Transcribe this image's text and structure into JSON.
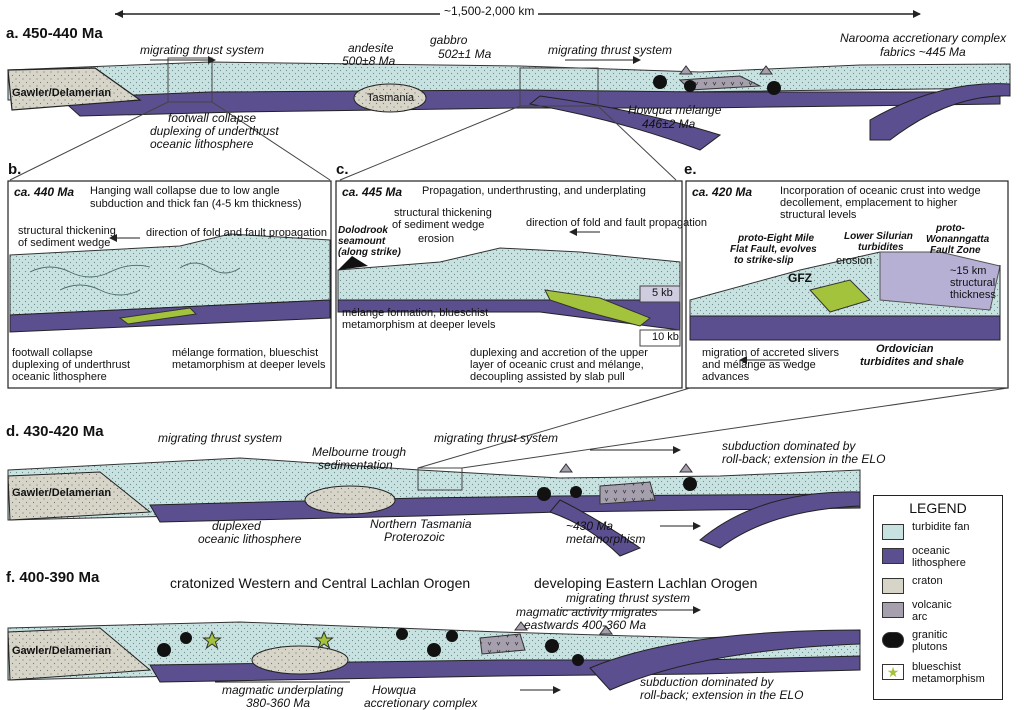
{
  "scale_label": "~1,500-2,000 km",
  "panels": {
    "a": {
      "label": "a. 450-440 Ma",
      "labels": {
        "left_block": "Gawler/Delamerian",
        "thrust": "migrating thrust system",
        "thrust2": "migrating thrust system",
        "andesite_1": "andesite",
        "andesite_2": "500±8 Ma",
        "gabbro_1": "gabbro",
        "gabbro_2": "502±1 Ma",
        "tasmania": "Tasmania",
        "narooma_1": "Narooma accretionary complex",
        "narooma_2": "fabrics ~445 Ma",
        "howqua_1": "Howqua mélange",
        "howqua_2": "446±2 Ma",
        "footwall_1": "footwall collapse",
        "footwall_2": "duplexing of underthrust",
        "footwall_3": "oceanic lithosphere"
      }
    },
    "b": {
      "label": "b.",
      "age": "ca. 440 Ma",
      "heading_1": "Hanging wall collapse due to low angle",
      "heading_2": "subduction and thick fan (4-5 km thickness)",
      "thick_1": "structural thickening",
      "thick_2": "of sediment wedge",
      "direction": "direction of fold and fault propagation",
      "foot_1": "footwall collapse",
      "foot_2": "duplexing of underthrust",
      "foot_3": "oceanic lithosphere",
      "melange_1": "mélange formation, blueschist",
      "melange_2": "metamorphism at deeper levels"
    },
    "c": {
      "label": "c.",
      "age": "ca. 445 Ma",
      "heading": "Propagation, underthrusting, and underplating",
      "dolo_1": "Dolodrook",
      "dolo_2": "seamount",
      "dolo_3": "(along strike)",
      "thick_1": "structural thickening",
      "thick_2": "of sediment wedge",
      "erosion": "erosion",
      "direction": "direction of fold and fault propagation",
      "kb5": "5 kb",
      "kb10": "10 kb",
      "melange_1": "mélange formation, blueschist",
      "melange_2": "metamorphism at deeper levels",
      "dup_1": "duplexing and accretion of the upper",
      "dup_2": "layer of oceanic crust and mélange,",
      "dup_3": "decoupling assisted by slab pull"
    },
    "e": {
      "label": "e.",
      "age": "ca. 420 Ma",
      "heading_1": "Incorporation of oceanic crust into wedge",
      "heading_2": "decollement, emplacement to higher",
      "heading_3": "structural levels",
      "eight_1": "proto-Eight Mile",
      "eight_2": "Flat Fault, evolves",
      "eight_3": "to strike-slip",
      "lsil_1": "Lower Silurian",
      "lsil_2": "turbidites",
      "won_1": "proto-",
      "won_2": "Wonanngatta",
      "won_3": "Fault Zone",
      "erosion": "erosion",
      "gfz": "GFZ",
      "km_1": "~15 km",
      "km_2": "structural",
      "km_3": "thickness",
      "mig_1": "migration of accreted slivers",
      "mig_2": "and mélange as wedge",
      "mig_3": "advances",
      "ord_1": "Ordovician",
      "ord_2": "turbidites and shale"
    },
    "d": {
      "label": "d. 430-420 Ma",
      "left_block": "Gawler/Delamerian",
      "thrust1": "migrating thrust system",
      "thrust2": "migrating thrust system",
      "melb_1": "Melbourne trough",
      "melb_2": "sedimentation",
      "sub_1": "subduction dominated by",
      "sub_2": "roll-back; extension in the ELO",
      "dup_1": "duplexed",
      "dup_2": "oceanic lithosphere",
      "ntas_1": "Northern Tasmania",
      "ntas_2": "Proterozoic",
      "meta_1": "~430 Ma",
      "meta_2": "metamorphism"
    },
    "f": {
      "label": "f. 400-390 Ma",
      "left_block": "Gawler/Delamerian",
      "crat": "cratonized Western and Central Lachlan Orogen",
      "dev": "developing Eastern Lachlan Orogen",
      "thrust": "migrating thrust system",
      "mag_1": "magmatic activity migrates",
      "mag_2": "eastwards 400-360 Ma",
      "under_1": "magmatic underplating",
      "under_2": "380-360 Ma",
      "howqua_1": "Howqua",
      "howqua_2": "accretionary complex",
      "sub_1": "subduction dominated by",
      "sub_2": "roll-back; extension in the ELO"
    }
  },
  "legend": {
    "title": "LEGEND",
    "items": [
      {
        "label": "turbidite fan",
        "color": "#c7e2e0",
        "icon": "dotted-swatch"
      },
      {
        "label": "oceanic\nlithosphere",
        "color": "#5c4f8f",
        "icon": "solid-swatch"
      },
      {
        "label": "craton",
        "color": "#d7d4c8",
        "icon": "dotted-swatch"
      },
      {
        "label": "volcanic\narc",
        "color": "#a59fae",
        "icon": "v-swatch"
      },
      {
        "label": "granitic\nplutons",
        "color": "#111111",
        "icon": "pluton-symbol"
      },
      {
        "label": "blueschist\nmetamorphism",
        "color": "#a4c33c",
        "icon": "star-symbol"
      }
    ]
  },
  "colors": {
    "turbidite": "#c7e2e0",
    "oceanic": "#5c4f8f",
    "craton": "#d7d4c8",
    "arc": "#a59fae",
    "blueschist": "#a4c33c",
    "pluton": "#111111"
  }
}
